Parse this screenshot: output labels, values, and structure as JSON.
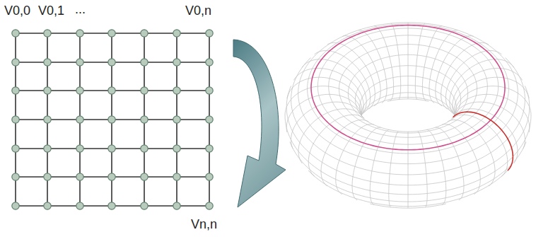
{
  "diagram": {
    "labels": [
      "V0,0",
      "V0,1",
      "...",
      "V0,n",
      "Vn,n"
    ]
  }
}
